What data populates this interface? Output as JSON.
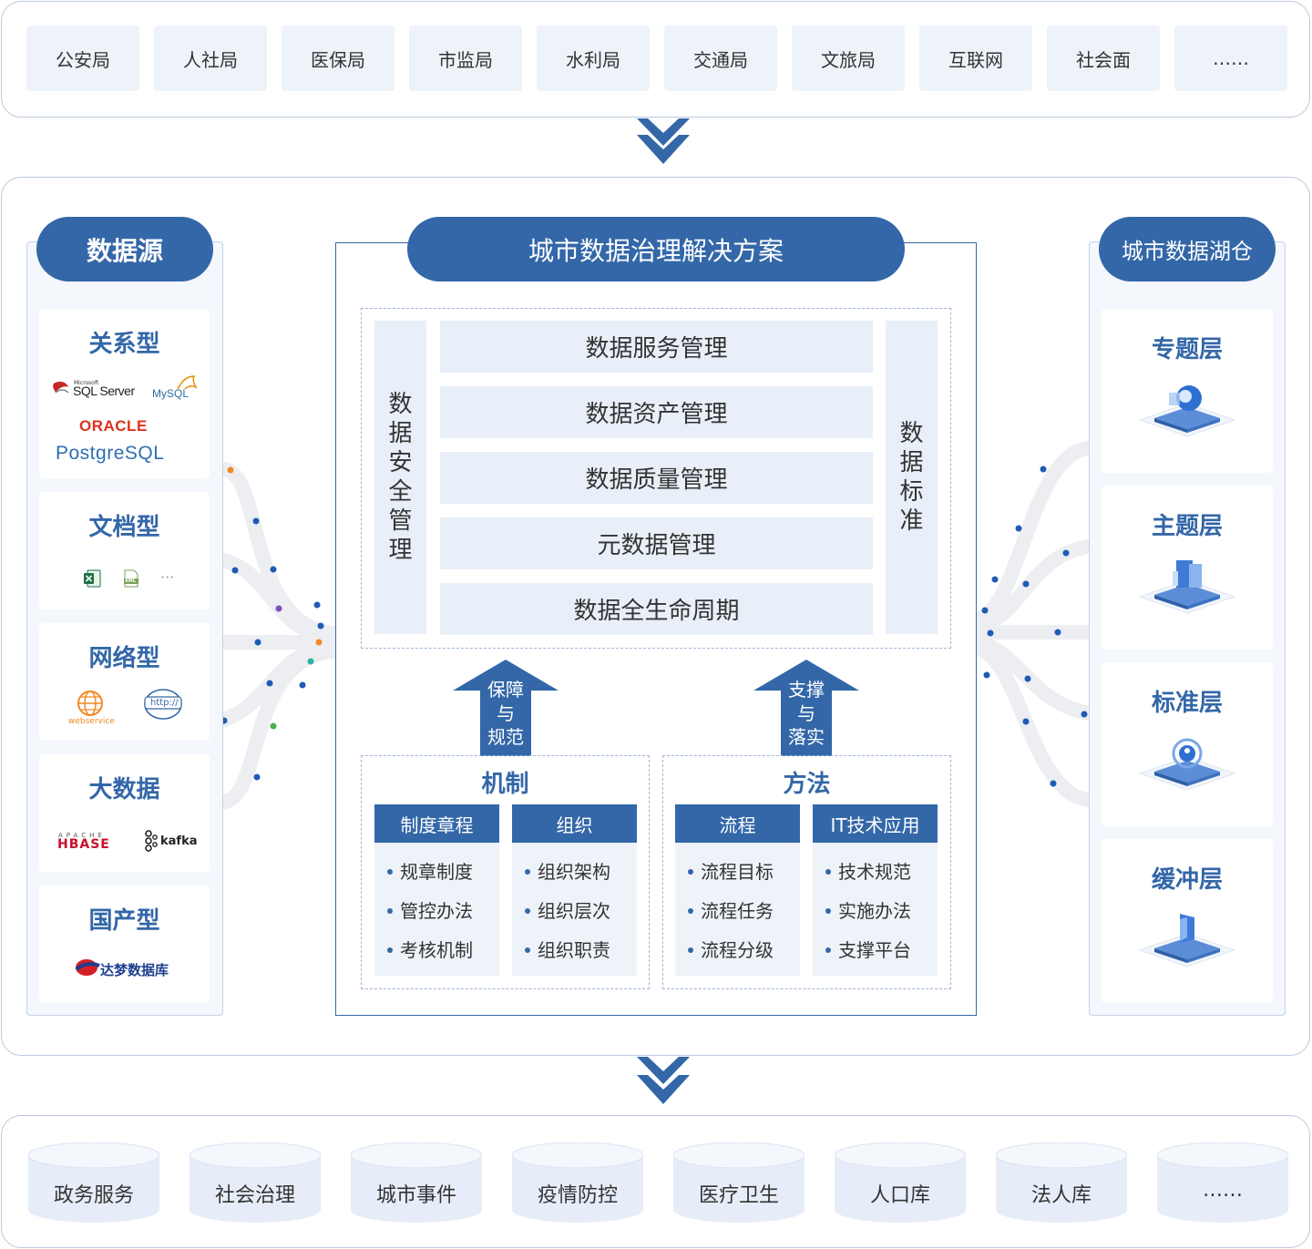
{
  "top_sources": [
    "公安局",
    "人社局",
    "医保局",
    "市监局",
    "水利局",
    "交通局",
    "文旅局",
    "互联网",
    "社会面",
    "……"
  ],
  "data_source": {
    "title": "数据源",
    "categories": [
      {
        "label": "关系型",
        "logos": [
          "SQL Server",
          "MySQL",
          "ORACLE",
          "PostgreSQL"
        ],
        "logo_marks": [
          "Microsoft"
        ]
      },
      {
        "label": "文档型",
        "logos": [
          "XML",
          "···"
        ]
      },
      {
        "label": "网络型",
        "logos": [
          "webservice",
          "http://"
        ]
      },
      {
        "label": "大数据",
        "logos": [
          "HBASE",
          "kafka"
        ],
        "logo_marks": [
          "APACHE"
        ]
      },
      {
        "label": "国产型",
        "logos": [
          "达梦数据库"
        ]
      }
    ]
  },
  "solution": {
    "title": "城市数据治理解决方案",
    "left_bar": [
      "数",
      "据",
      "安",
      "全",
      "管",
      "理"
    ],
    "right_bar": [
      "数",
      "据",
      "标",
      "准"
    ],
    "rows": [
      "数据服务管理",
      "数据资产管理",
      "数据质量管理",
      "元数据管理",
      "数据全生命周期"
    ],
    "arrow_left": [
      "保障",
      "与",
      "规范"
    ],
    "arrow_right": [
      "支撑",
      "与",
      "落实"
    ],
    "mechanism": {
      "title": "机制",
      "columns": [
        {
          "head": "制度章程",
          "items": [
            "规章制度",
            "管控办法",
            "考核机制"
          ]
        },
        {
          "head": "组织",
          "items": [
            "组织架构",
            "组织层次",
            "组织职责"
          ]
        }
      ]
    },
    "method": {
      "title": "方法",
      "columns": [
        {
          "head": "流程",
          "items": [
            "流程目标",
            "流程任务",
            "流程分级"
          ]
        },
        {
          "head": "IT技术应用",
          "items": [
            "技术规范",
            "实施办法",
            "支撑平台"
          ]
        }
      ]
    }
  },
  "data_lake": {
    "title": "城市数据湖仓",
    "layers": [
      "专题层",
      "主题层",
      "标准层",
      "缓冲层"
    ]
  },
  "applications": [
    "政务服务",
    "社会治理",
    "城市事件",
    "疫情防控",
    "医疗卫生",
    "人口库",
    "法人库",
    "……"
  ],
  "colors": {
    "primary": "#3367a8",
    "light_bg": "#eef2f9",
    "dot_colors": [
      "#f08a24",
      "#1f5bb5",
      "#7b4fb8",
      "#2bb5a5",
      "#4caf50"
    ]
  }
}
